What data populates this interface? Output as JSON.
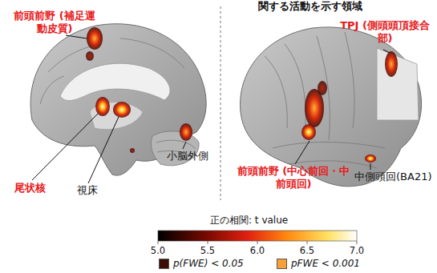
{
  "diagram": {
    "labels": [
      "関する活動を示す領域",
      "前頭前野 (補足運動皮質)",
      "尾状核",
      "視床",
      "小脳外側",
      "TPJ (側頭頭頂接合部)",
      "前頭前野 (中心前回・中前頭回)",
      "中側頭回(BA21)",
      "正の相関: t value",
      "5.0",
      "5.5",
      "6.0",
      "6.5",
      "7.0"
    ],
    "legend": [
      {
        "text": "p(FWE) < 0.05",
        "color": "#3d0c02"
      },
      {
        "text": "pFWE < 0.001",
        "color": "#f7a035"
      }
    ]
  }
}
